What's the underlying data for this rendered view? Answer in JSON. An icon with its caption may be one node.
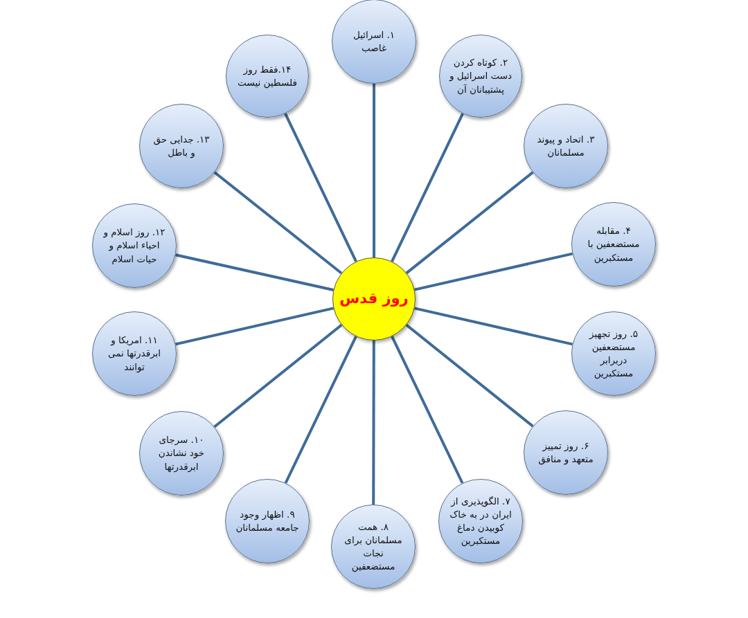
{
  "diagram": {
    "nodes": [
      {
        "text": [
          "روز قدس"
        ]
      },
      {
        "text": [
          "۱. اسرائیل غاصب"
        ]
      },
      {
        "text": [
          "۲. کوتاه کردن دست اسرائیل و پشتیبانان آن"
        ]
      },
      {
        "text": [
          "۳. اتحاد و پیوند مسلمانان"
        ]
      },
      {
        "text": [
          "۴. مقابله مستضعفین با مستکبرین"
        ]
      },
      {
        "text": [
          "۵. روز تجهیز مستضعفین دربرابر مستکبرین"
        ]
      },
      {
        "text": [
          "۶. روز تمییز متعهد و منافق"
        ]
      },
      {
        "text": [
          "۷. الگوپذیری از ایران در به خاک کوبیدن دماغ مستکبرین"
        ]
      },
      {
        "text": [
          "۸. همت مسلمانان برای نجات مستضعفین"
        ]
      },
      {
        "text": [
          "۹. اظهار وجود جامعه مسلمانان"
        ]
      },
      {
        "text": [
          "۱۰. سرجای خود نشاندن ابرقدرتها"
        ]
      },
      {
        "text": [
          "۱۱. امریکا و ابرقدرتها نمی توانند"
        ]
      },
      {
        "text": [
          "۱۲. روز اسلام و احیاء اسلام و حیات اسلام"
        ]
      },
      {
        "text": [
          "۱۳. جدایی حق و باطل"
        ]
      },
      {
        "text": [
          "۱۴.فقط روز فلسطین نیست"
        ]
      }
    ],
    "edges": [
      {
        "from": 0,
        "to": 1,
        "arrow": "none"
      },
      {
        "from": 0,
        "to": 2,
        "arrow": "none"
      },
      {
        "from": 0,
        "to": 3,
        "arrow": "none"
      },
      {
        "from": 0,
        "to": 4,
        "arrow": "none"
      },
      {
        "from": 0,
        "to": 5,
        "arrow": "none"
      },
      {
        "from": 0,
        "to": 6,
        "arrow": "none"
      },
      {
        "from": 0,
        "to": 7,
        "arrow": "none"
      },
      {
        "from": 0,
        "to": 8,
        "arrow": "none"
      },
      {
        "from": 0,
        "to": 9,
        "arrow": "none"
      },
      {
        "from": 0,
        "to": 10,
        "arrow": "none"
      },
      {
        "from": 0,
        "to": 11,
        "arrow": "none"
      },
      {
        "from": 0,
        "to": 12,
        "arrow": "none"
      },
      {
        "from": 0,
        "to": 13,
        "arrow": "none"
      },
      {
        "from": 0,
        "to": 14,
        "arrow": "none"
      }
    ]
  }
}
